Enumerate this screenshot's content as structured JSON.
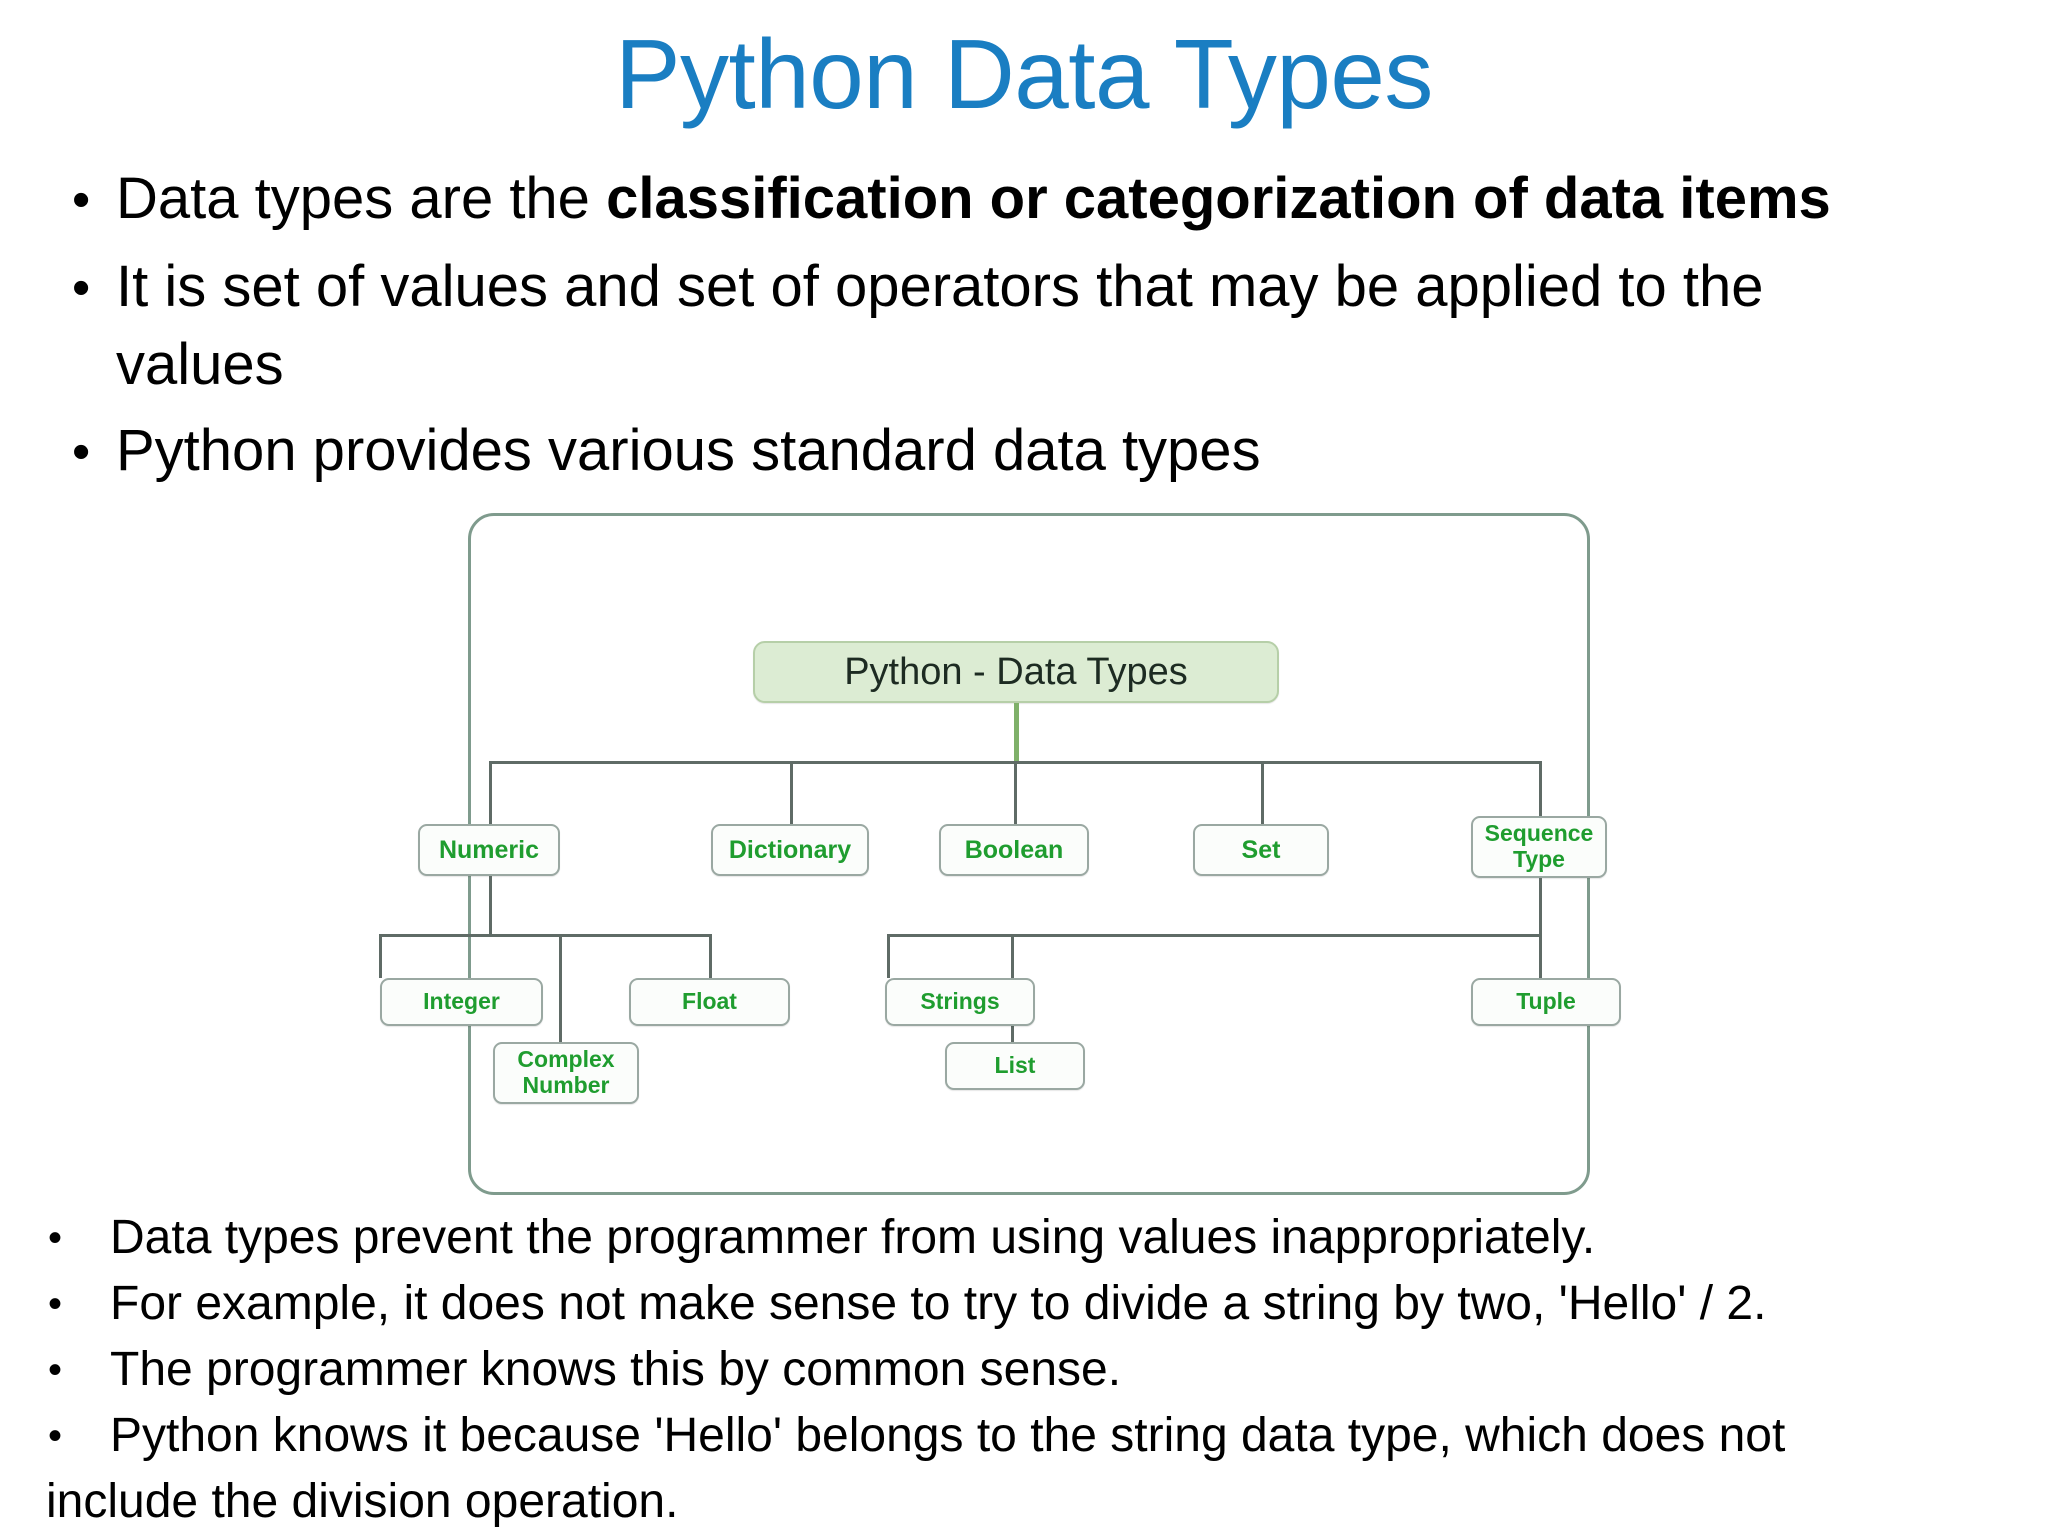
{
  "slide": {
    "title": "Python Data Types",
    "title_color": "#1a7ec2",
    "background": "#ffffff"
  },
  "top_bullets": [
    {
      "bullet": "•",
      "plain_prefix": "Data types are the ",
      "bold_part": "classification or categorization of data items",
      "plain_suffix": ""
    },
    {
      "bullet": "•",
      "plain_prefix": "It is set of values and set of operators that may be applied to the values",
      "bold_part": "",
      "plain_suffix": ""
    },
    {
      "bullet": "•",
      "plain_prefix": "Python provides various standard data types",
      "bold_part": "",
      "plain_suffix": ""
    }
  ],
  "diagram": {
    "root": {
      "label": "Python - Data Types",
      "fill": "#dcecd3",
      "text_color": "#1d2b22"
    },
    "node_text_color": "#1f9d2f",
    "node_fill": "#fbfdfb",
    "border_color": "#9aa8a2",
    "frame_border_color": "#7f9b8d",
    "connector_color": "#5f6b66",
    "root_connector_color": "#7fb069",
    "level2": [
      {
        "label": "Numeric"
      },
      {
        "label": "Dictionary"
      },
      {
        "label": "Boolean"
      },
      {
        "label": "Set"
      },
      {
        "label": "Sequence Type"
      }
    ],
    "level3_numeric": [
      {
        "label": "Integer"
      },
      {
        "label": "Complex Number"
      },
      {
        "label": "Float"
      }
    ],
    "level3_sequence": [
      {
        "label": "Strings"
      },
      {
        "label": "List"
      },
      {
        "label": "Tuple"
      }
    ]
  },
  "bottom_bullets": [
    {
      "bullet": "•",
      "text": "Data types prevent the programmer from using values inappropriately."
    },
    {
      "bullet": "•",
      "text": "For example, it does not make sense to try to divide a string by two, 'Hello' / 2."
    },
    {
      "bullet": "•",
      "text": "The programmer knows this by common sense."
    },
    {
      "bullet": "•",
      "text": "Python knows it because 'Hello' belongs to the string data type, which does not"
    }
  ],
  "bottom_continuation": "include the division operation."
}
